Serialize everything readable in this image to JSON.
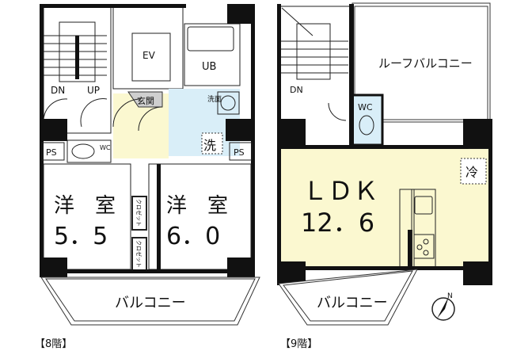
{
  "floor8": {
    "label": "【8階】",
    "stairs_dn": "DN",
    "stairs_up": "UP",
    "elevator": "EV",
    "bath": "UB",
    "entrance": "玄関",
    "washbasin": "洗面",
    "laundry": "洗",
    "ps_left": "PS",
    "ps_right": "PS",
    "wc": "WC",
    "room1": {
      "name": "洋　室",
      "size": "5．5"
    },
    "room2": {
      "name": "洋　室",
      "size": "6．0"
    },
    "closet1": "クロゼット",
    "closet2": "クロゼット",
    "balcony": "バルコニー"
  },
  "floor9": {
    "label": "【9階】",
    "stairs_dn": "DN",
    "roof_balcony": "ルーフバルコニー",
    "wc": "WC",
    "fridge": "冷",
    "ldk": {
      "name": "ＬＤＫ",
      "size": "12．6"
    },
    "balcony": "バルコニー",
    "compass": "N"
  },
  "colors": {
    "wet_area": "#d9eef8",
    "hall_ldk": "#fbf8d0",
    "bedroom": "#fbe3ec",
    "entrance": "#cfcfcf"
  }
}
